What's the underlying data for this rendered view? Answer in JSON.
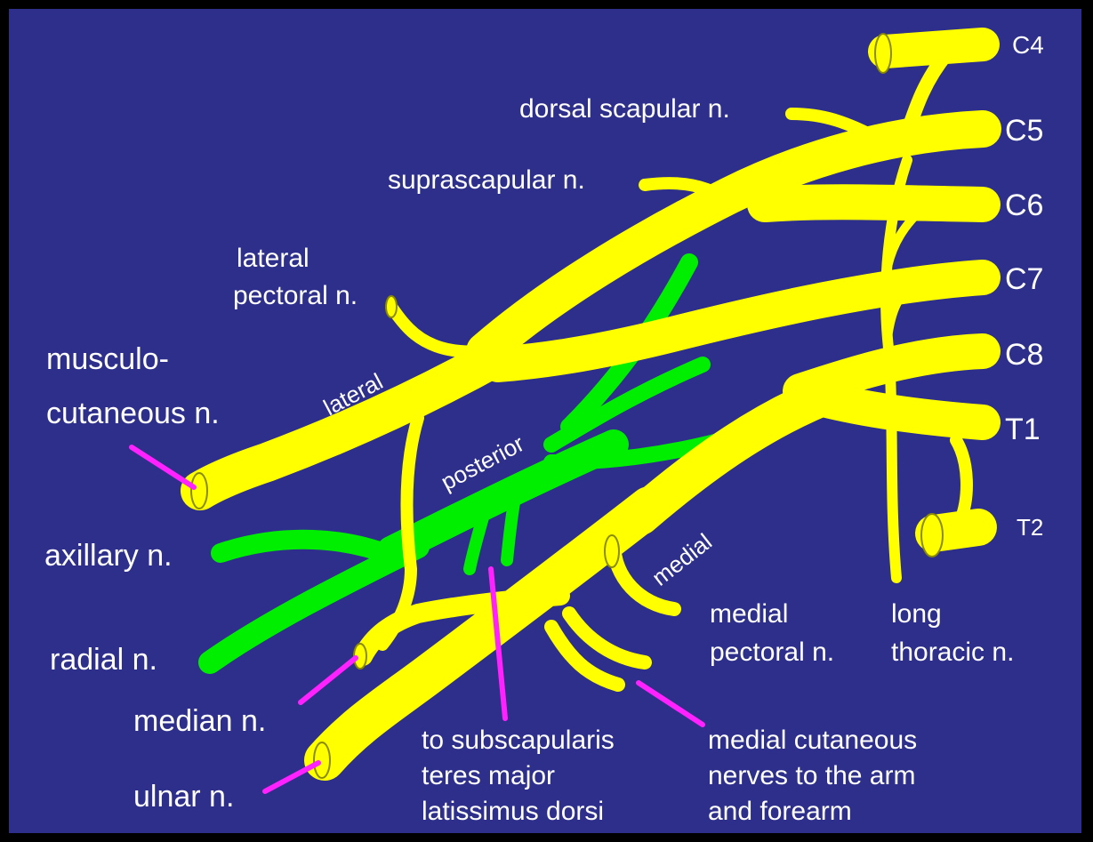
{
  "roots": {
    "c4": "C4",
    "c5": "C5",
    "c6": "C6",
    "c7": "C7",
    "c8": "C8",
    "t1": "T1",
    "t2": "T2"
  },
  "cords": {
    "lateral": "lateral",
    "posterior": "posterior",
    "medial": "medial"
  },
  "labels": {
    "dorsal_scapular": "dorsal scapular n.",
    "suprascapular": "suprascapular n.",
    "lateral_pectoral": [
      "lateral",
      "pectoral n."
    ],
    "musculocutaneous": [
      "musculo-",
      "cutaneous n."
    ],
    "axillary": "axillary n.",
    "radial": "radial n.",
    "median": "median n.",
    "ulnar": "ulnar n.",
    "subscapular_group": [
      "to subscapularis",
      "teres major",
      "latissimus dorsi"
    ],
    "medial_cutaneous": [
      "medial cutaneous",
      "nerves to the arm",
      "and forearm"
    ],
    "medial_pectoral": [
      "medial",
      "pectoral n."
    ],
    "long_thoracic": [
      "long",
      "thoracic n."
    ]
  },
  "colors": {
    "background": "#2e2f8a",
    "frame": "#000000",
    "nerve_yellow": "#ffff00",
    "posterior_green": "#00ee00",
    "pointer_magenta": "#ff22ff",
    "text": "#ffffff"
  }
}
